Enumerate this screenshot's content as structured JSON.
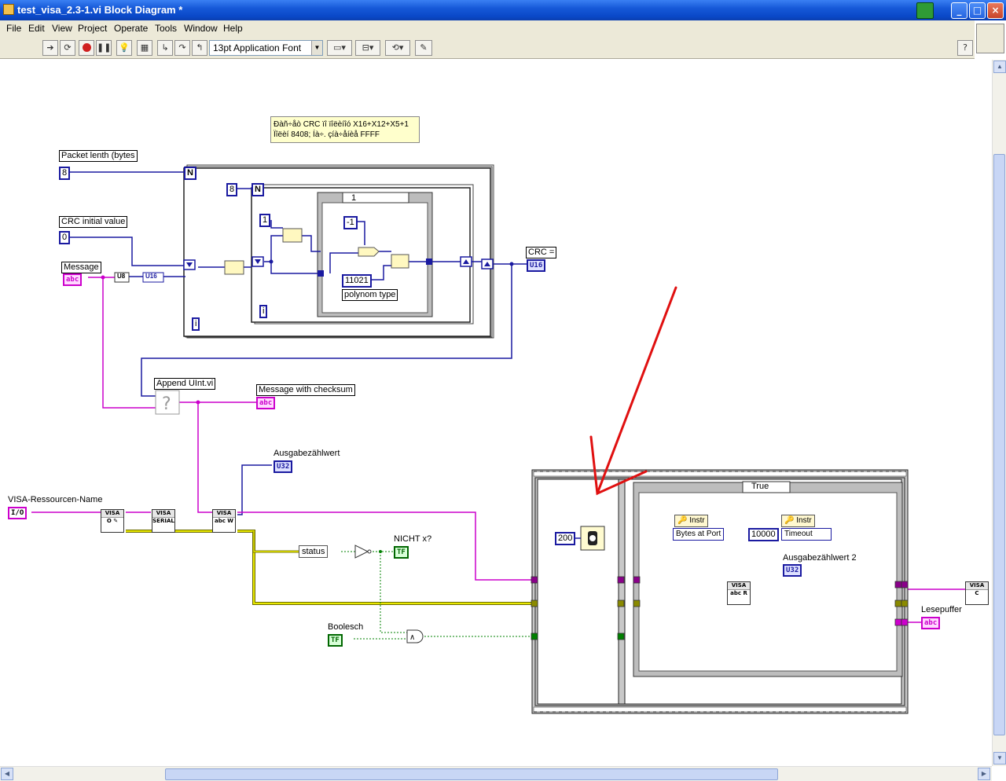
{
  "window": {
    "title": "test_visa_2.3-1.vi Block Diagram *"
  },
  "menu": [
    "File",
    "Edit",
    "View",
    "Project",
    "Operate",
    "Tools",
    "Window",
    "Help"
  ],
  "toolbar": {
    "font_select": "13pt Application Font",
    "help_icon": "?"
  },
  "diagram": {
    "comment_line1": "Ðàñ÷åò CRC ïî ïîëèíîó X16+X12+X5+1",
    "comment_line2": "Ïîëèí 8408;      Íà÷. çíà÷åíèå FFFF",
    "packet_label": "Packet lenth (bytes",
    "packet_value": "8",
    "crc_init_label": "CRC initial value",
    "crc_init_value": "0",
    "message_label": "Message",
    "message_term": "abc",
    "u8_term": "U8",
    "u16_term": "U16",
    "inner_n_value": "8",
    "one_value": "1",
    "case_selector": "1",
    "neg_one_value": "-1",
    "polynom_value": "11021",
    "polynom_label": "polynom type",
    "crc_label": "CRC =",
    "crc_term": "U16",
    "append_label": "Append UInt.vi",
    "msg_checksum_label": "Message with checksum",
    "msg_checksum_term": "abc",
    "ausgabe_label": "Ausgabezählwert",
    "ausgabe_term": "U32",
    "visa_res_label": "VISA-Ressourcen-Name",
    "visa_res_term": "I/O",
    "status_label": "status",
    "nicht_label": "NICHT x?",
    "nicht_term": "TF",
    "boolesch_label": "Boolesch",
    "boolesch_term": "TF",
    "wait_value": "200",
    "case_true": "True",
    "instr_label1": "Instr",
    "bytes_at_port": "Bytes at Port",
    "timeout_value": "10000",
    "instr_label2": "Instr",
    "timeout_label": "Timeout",
    "ausgabe2_label": "Ausgabezählwert 2",
    "ausgabe2_term": "U32",
    "lesepuffer_label": "Lesepuffer",
    "lesepuffer_term": "abc",
    "n_glyph": "N",
    "i_glyph": "i"
  },
  "colors": {
    "wire_blue": "#1a1aa0",
    "wire_pink": "#cc00cc",
    "wire_yellow": "#c8c800",
    "wire_green": "#008000",
    "arrow_red": "#e01010"
  }
}
